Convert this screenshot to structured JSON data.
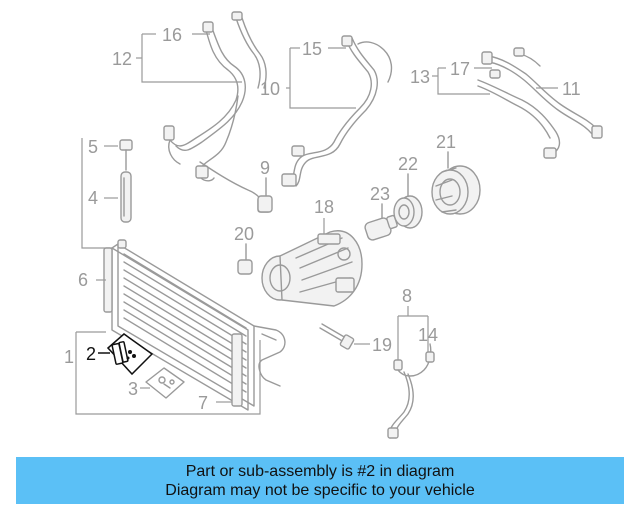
{
  "diagram": {
    "callouts": {
      "c1": "1",
      "c2": "2",
      "c3": "3",
      "c4": "4",
      "c5": "5",
      "c6": "6",
      "c7": "7",
      "c8": "8",
      "c9": "9",
      "c10": "10",
      "c11": "11",
      "c12": "12",
      "c13": "13",
      "c14": "14",
      "c15": "15",
      "c16": "16",
      "c17": "17",
      "c18": "18",
      "c19": "19",
      "c20": "20",
      "c21": "21",
      "c22": "22",
      "c23": "23"
    },
    "highlighted_part": "2",
    "colors": {
      "part_stroke": "#9a9a9a",
      "highlight": "#111111",
      "banner": "#5bc0f6"
    }
  },
  "banner": {
    "line1": "Part or sub-assembly is #2 in diagram",
    "line2": "Diagram may not be specific to your vehicle"
  }
}
